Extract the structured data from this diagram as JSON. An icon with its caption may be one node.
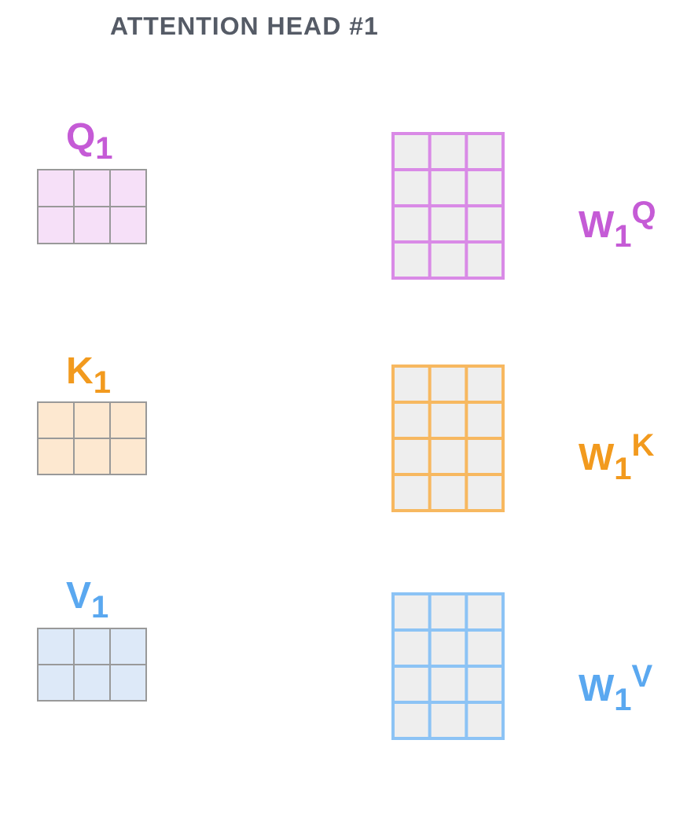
{
  "diagram": {
    "title": "ATTENTION HEAD #1",
    "nodes": [
      {
        "text": [
          "Q$_{1}$"
        ]
      },
      {
        "text": [
          "W$_{1}$$^{Q}$"
        ]
      },
      {
        "text": [
          "K$_{1}$"
        ]
      },
      {
        "text": [
          "W$_{1}$$^{K}$"
        ]
      },
      {
        "text": [
          "V$_{1}$"
        ]
      },
      {
        "text": [
          "W$_{1}$$^{V}$"
        ]
      }
    ]
  }
}
